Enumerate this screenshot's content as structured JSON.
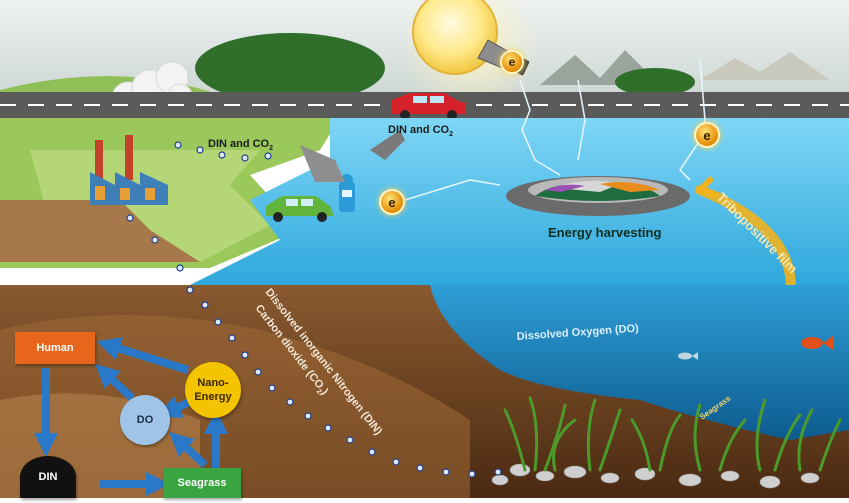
{
  "labels": {
    "din_co2_left": "DIN and CO",
    "din_co2_left_sub": "2",
    "din_co2_right": "DIN and CO",
    "din_co2_right_sub": "2",
    "energy_harvesting": "Energy harvesting",
    "tribopositive_film": "Tribopositive film",
    "dissolved_oxygen": "Dissolved Oxygen (DO)",
    "seagrass_arc": "Seagrass",
    "din_line": "Dissolved inorganic Nitrogen (DIN)",
    "co2_line": "Carbon dioxide (CO",
    "co2_line_sub": "2",
    "co2_line_end": ")",
    "electron": "e"
  },
  "cycle": {
    "human": "Human",
    "do": "DO",
    "nano_energy": "Nano-\nEnergy",
    "din": "DIN",
    "seagrass": "Seagrass"
  },
  "colors": {
    "sky": "#dfe6e6",
    "water": "#5cc3ea",
    "soil": "#7a4a24",
    "human_box": "#e8651c",
    "do_circle": "#9fc4e8",
    "nano_circle": "#f5c400",
    "din_circle": "#111111",
    "seagrass_box": "#3aa441",
    "arrow": "#2a78c8"
  }
}
